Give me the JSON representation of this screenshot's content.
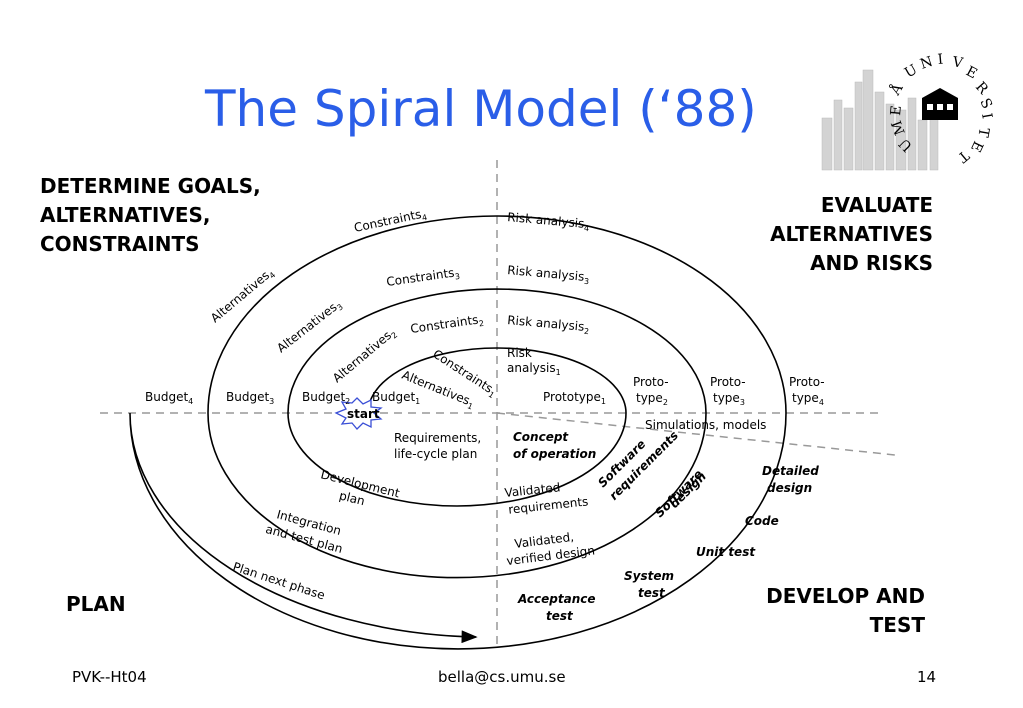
{
  "title": "The Spiral Model (‘88)",
  "quadrants": {
    "top_left": [
      "DETERMINE GOALS,",
      "ALTERNATIVES,",
      "CONSTRAINTS"
    ],
    "top_right": [
      "EVALUATE",
      "ALTERNATIVES",
      "AND RISKS"
    ],
    "bottom_left": [
      "PLAN"
    ],
    "bottom_right": [
      "DEVELOP AND",
      "TEST"
    ]
  },
  "logo": {
    "letters": [
      "U",
      "N",
      "I",
      "V",
      "E",
      "R",
      "S",
      "I",
      "T",
      "E",
      "T"
    ],
    "bottom_letters": [
      "U",
      "M",
      "E",
      "Å"
    ]
  },
  "diagram": {
    "constraints": [
      {
        "base": "Constraints",
        "sub": "4"
      },
      {
        "base": "Constraints",
        "sub": "3"
      },
      {
        "base": "Constraints",
        "sub": "2"
      },
      {
        "base": "Constraints",
        "sub": "1"
      }
    ],
    "risk_analysis": [
      {
        "base": "Risk analysis",
        "sub": "4"
      },
      {
        "base": "Risk analysis",
        "sub": "3"
      },
      {
        "base": "Risk analysis",
        "sub": "2"
      }
    ],
    "risk_analysis_1": {
      "line1": "Risk",
      "line2": "analysis",
      "sub": "1"
    },
    "alternatives": [
      {
        "base": "Alternatives",
        "sub": "4"
      },
      {
        "base": "Alternatives",
        "sub": "3"
      },
      {
        "base": "Alternatives",
        "sub": "2"
      },
      {
        "base": "Alternatives",
        "sub": "1"
      }
    ],
    "budget": [
      {
        "base": "Budget",
        "sub": "4"
      },
      {
        "base": "Budget",
        "sub": "3"
      },
      {
        "base": "Budget",
        "sub": "2"
      },
      {
        "base": "Budget",
        "sub": "1"
      }
    ],
    "prototype_1": {
      "base": "Prototype",
      "sub": "1"
    },
    "prototypes": [
      {
        "line1": "Proto-",
        "line2": "type",
        "sub": "2"
      },
      {
        "line1": "Proto-",
        "line2": "type",
        "sub": "3"
      },
      {
        "line1": "Proto-",
        "line2": "type",
        "sub": "4"
      }
    ],
    "start": "start",
    "simulations": "Simulations, models",
    "requirements_plan": [
      "Requirements,",
      "life-cycle plan"
    ],
    "concept": [
      "Concept",
      "of operation"
    ],
    "development_plan": [
      "Development",
      "plan"
    ],
    "integration_plan": [
      "Integration",
      "and test plan"
    ],
    "plan_next_phase": "Plan next phase",
    "validated_requirements": [
      "Validated",
      "requirements"
    ],
    "validated_design": [
      "Validated,",
      "verified design"
    ],
    "software_requirements": [
      "Software",
      "requirements"
    ],
    "software_design": [
      "Software",
      "design"
    ],
    "detailed_design": [
      "Detailed",
      "design"
    ],
    "code": "Code",
    "unit_test": "Unit test",
    "system_test": [
      "System",
      "test"
    ],
    "acceptance_test": [
      "Acceptance",
      "test"
    ]
  },
  "footer": {
    "left": "PVK--Ht04",
    "center": "bella@cs.umu.se",
    "right": "14"
  }
}
